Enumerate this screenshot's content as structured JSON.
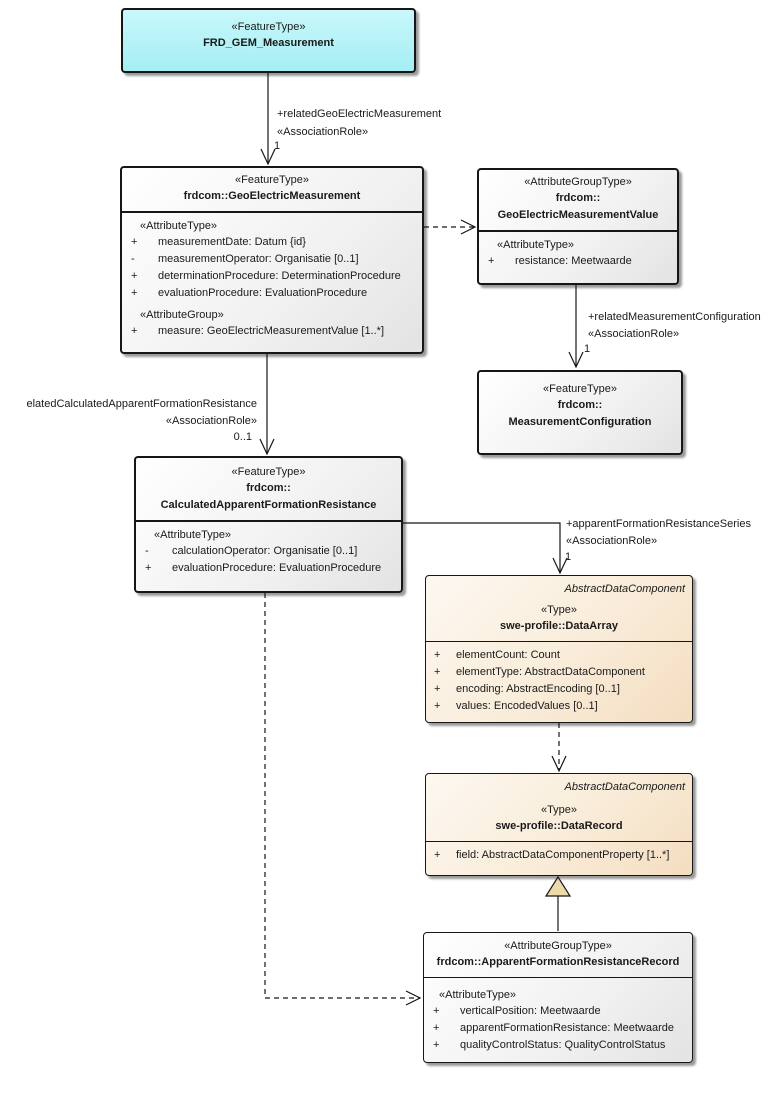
{
  "colors": {
    "feature_fill": "#a9eff3",
    "tan_fill": "#f5dfc3",
    "generalization_triangle_fill": "#eed9ab",
    "line": "#161616",
    "shadow": "#9a9a9a"
  },
  "nodes": {
    "frd_gem": {
      "stereotype": "«FeatureType»",
      "name": "FRD_GEM_Measurement"
    },
    "gem": {
      "stereotype": "«FeatureType»",
      "name": "frdcom::GeoElectricMeasurement",
      "sec1_heading": "«AttributeType»",
      "rows": [
        {
          "vis": "+",
          "text": "measurementDate: Datum {id}"
        },
        {
          "vis": "-",
          "text": "measurementOperator: Organisatie [0..1]"
        },
        {
          "vis": "+",
          "text": "determinationProcedure: DeterminationProcedure"
        },
        {
          "vis": "+",
          "text": "evaluationProcedure: EvaluationProcedure"
        }
      ],
      "sec2_heading": "«AttributeGroup»",
      "rows2": [
        {
          "vis": "+",
          "text": "measure: GeoElectricMeasurementValue [1..*]"
        }
      ]
    },
    "gemv": {
      "stereotype": "«AttributeGroupType»",
      "name1": "frdcom::",
      "name2": "GeoElectricMeasurementValue",
      "sec1_heading": "«AttributeType»",
      "rows": [
        {
          "vis": "+",
          "text": "resistance: Meetwaarde"
        }
      ]
    },
    "mc": {
      "stereotype": "«FeatureType»",
      "name1": "frdcom::",
      "name2": "MeasurementConfiguration"
    },
    "cafr": {
      "stereotype": "«FeatureType»",
      "name1": "frdcom::",
      "name2": "CalculatedApparentFormationResistance",
      "sec1_heading": "«AttributeType»",
      "rows": [
        {
          "vis": "-",
          "text": "calculationOperator: Organisatie [0..1]"
        },
        {
          "vis": "+",
          "text": "evaluationProcedure: EvaluationProcedure"
        }
      ]
    },
    "data_array": {
      "tag": "AbstractDataComponent",
      "stereotype": "«Type»",
      "name": "swe-profile::DataArray",
      "rows": [
        {
          "vis": "+",
          "text": "elementCount: Count"
        },
        {
          "vis": "+",
          "text": "elementType: AbstractDataComponent"
        },
        {
          "vis": "+",
          "text": "encoding: AbstractEncoding [0..1]"
        },
        {
          "vis": "+",
          "text": "values: EncodedValues [0..1]"
        }
      ]
    },
    "data_record": {
      "tag": "AbstractDataComponent",
      "stereotype": "«Type»",
      "name": "swe-profile::DataRecord",
      "rows": [
        {
          "vis": "+",
          "text": "field: AbstractDataComponentProperty [1..*]"
        }
      ]
    },
    "afr_record": {
      "stereotype": "«AttributeGroupType»",
      "name": "frdcom::ApparentFormationResistanceRecord",
      "sec1_heading": "«AttributeType»",
      "rows": [
        {
          "vis": "+",
          "text": "verticalPosition: Meetwaarde"
        },
        {
          "vis": "+",
          "text": "apparentFormationResistance: Meetwaarde"
        },
        {
          "vis": "+",
          "text": "qualityControlStatus: QualityControlStatus"
        }
      ]
    }
  },
  "edges": {
    "related_gem": {
      "role": "+relatedGeoElectricMeasurement",
      "stereotype": "«AssociationRole»",
      "multiplicity": "1"
    },
    "related_mc": {
      "role": "+relatedMeasurementConfiguration",
      "stereotype": "«AssociationRole»",
      "multiplicity": "1"
    },
    "related_cafr": {
      "role": "elatedCalculatedApparentFormationResistance",
      "stereotype": "«AssociationRole»",
      "multiplicity": "0..1"
    },
    "afr_series": {
      "role": "+apparentFormationResistanceSeries",
      "stereotype": "«AssociationRole»",
      "multiplicity": "1"
    }
  }
}
